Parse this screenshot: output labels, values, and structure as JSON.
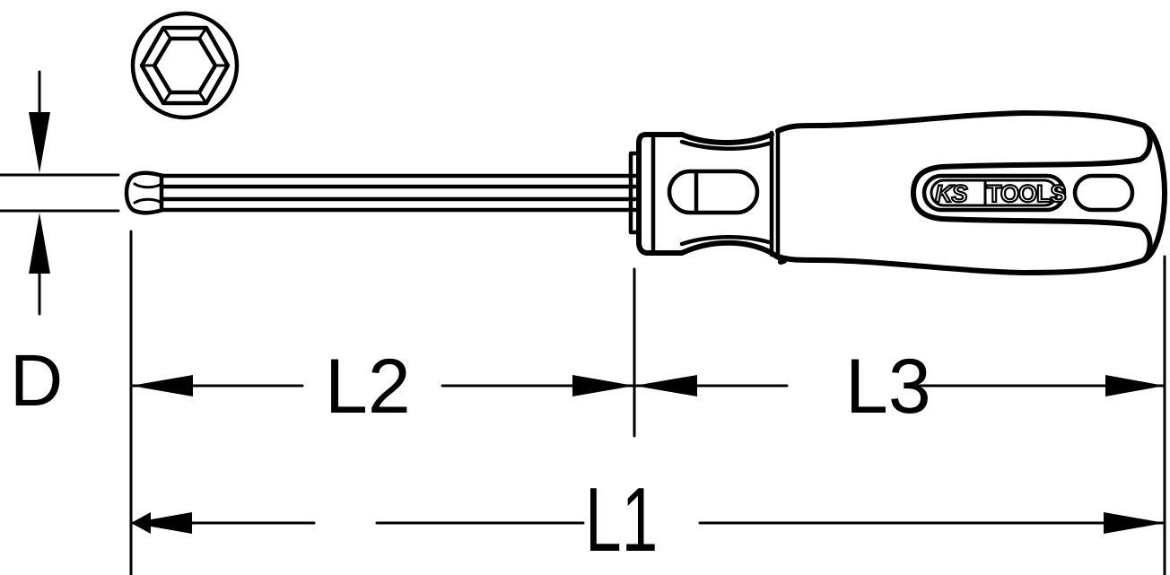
{
  "diagram": {
    "subject": "Ball-end hex key screwdriver technical drawing",
    "colors": {
      "line": "#000000",
      "background": "#ffffff"
    },
    "profile_view": {
      "icon": "hexagon-socket-icon"
    },
    "brand_logo": {
      "left": "KS",
      "right": "TOOLS"
    },
    "dimensions": {
      "D": {
        "label": "D",
        "meaning": "tip diameter"
      },
      "L1": {
        "label": "L1",
        "meaning": "overall length"
      },
      "L2": {
        "label": "L2",
        "meaning": "blade length"
      },
      "L3": {
        "label": "L3",
        "meaning": "handle length"
      }
    }
  }
}
